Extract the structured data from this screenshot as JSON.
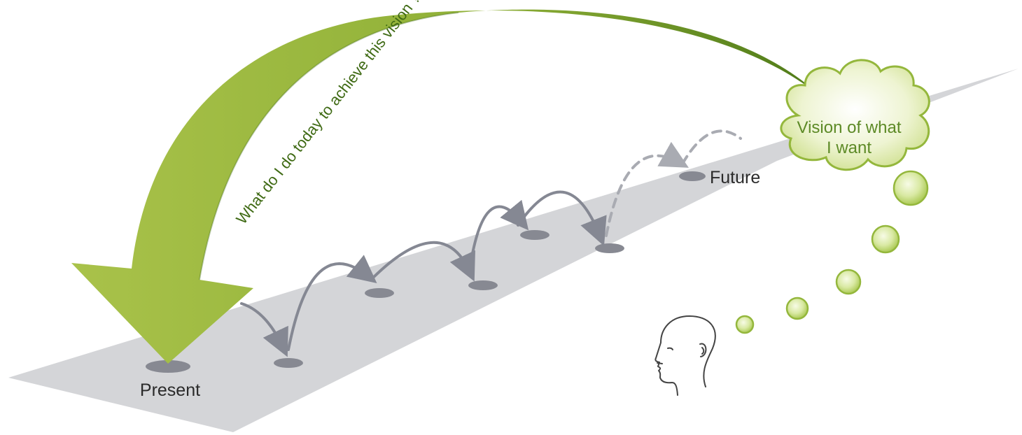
{
  "diagram": {
    "labels": {
      "present": "Present",
      "future": "Future",
      "question": "What do I do today to achieve this vision ?",
      "vision_line1": "Vision of what",
      "vision_line2": "I want"
    },
    "colors": {
      "road": "#d4d5d8",
      "step_marker": "#878992",
      "hop_arrow": "#858893",
      "future_hop": "#a9abb2",
      "big_arrow_light": "#a9c24a",
      "big_arrow_dark": "#5a861f",
      "cloud_fill": "#e8efc3",
      "cloud_stroke": "#94b73c",
      "vision_text": "#5d8a26",
      "question_text": "#3f6a14",
      "label_text": "#2a2a2a",
      "bubble": "#c3da73",
      "head_outline": "#444444"
    },
    "icons": [
      "head-profile-icon",
      "thought-cloud-icon",
      "thought-bubble-icon"
    ]
  }
}
